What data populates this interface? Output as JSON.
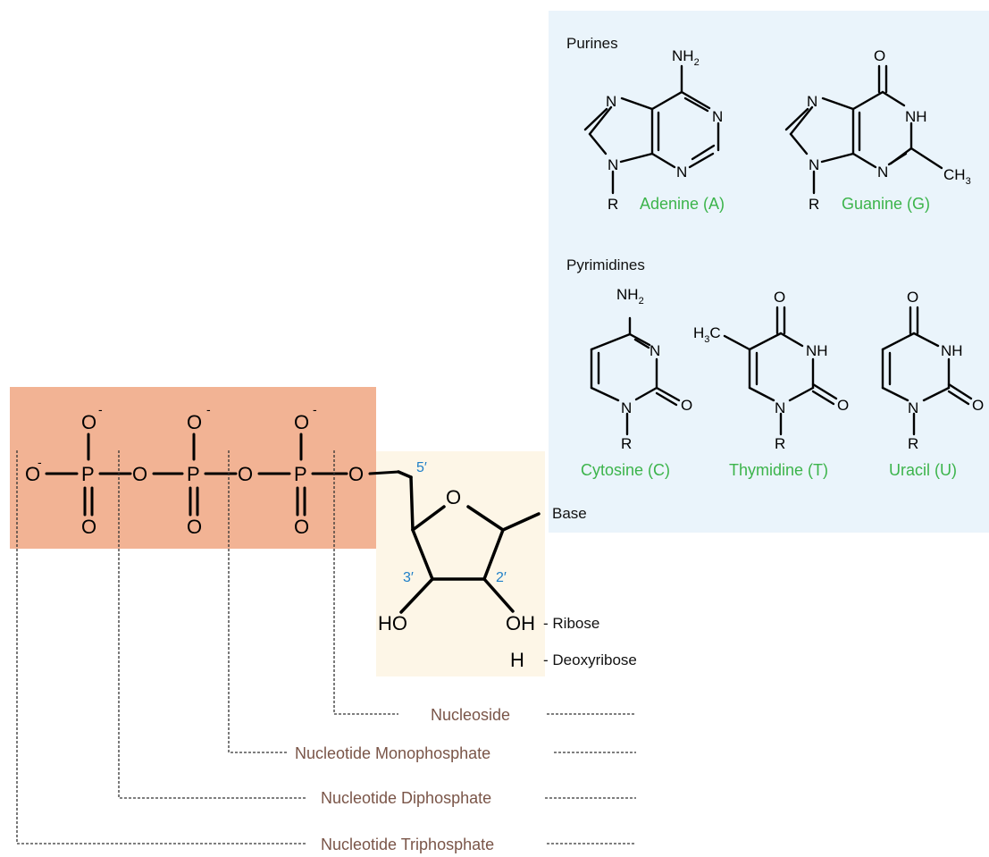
{
  "colors": {
    "phosphate_box": "#f2b394",
    "sugar_box": "#fdf6e7",
    "bases_panel": "#eaf4fb",
    "base_name": "#3cb44b",
    "position_label": "#1f7fc8",
    "category_label": "#7a5548"
  },
  "bases_panel": {
    "purines_title": "Purines",
    "pyrimidines_title": "Pyrimidines",
    "adenine": "Adenine (A)",
    "guanine": "Guanine (G)",
    "cytosine": "Cytosine (C)",
    "thymidine": "Thymidine (T)",
    "uracil": "Uracil (U)"
  },
  "atoms": {
    "N": "N",
    "NH": "NH",
    "O": "O",
    "R": "R",
    "P": "P",
    "H": "H",
    "HO": "HO",
    "OH": "OH",
    "NH2_main": "NH",
    "NH2_sub": "2",
    "CH3_main": "CH",
    "CH3_sub": "3",
    "H3C_h": "H",
    "H3C_sub": "3",
    "H3C_c": "C",
    "minus": "-"
  },
  "sugar": {
    "pos_5": "5′",
    "pos_3": "3′",
    "pos_2": "2′",
    "base_label": "Base",
    "ribose_label": "- Ribose",
    "deoxyribose_label": "- Deoxyribose"
  },
  "categories": {
    "nucleoside": "Nucleoside",
    "monophosphate": "Nucleotide Monophosphate",
    "diphosphate": "Nucleotide Diphosphate",
    "triphosphate": "Nucleotide Triphosphate"
  }
}
